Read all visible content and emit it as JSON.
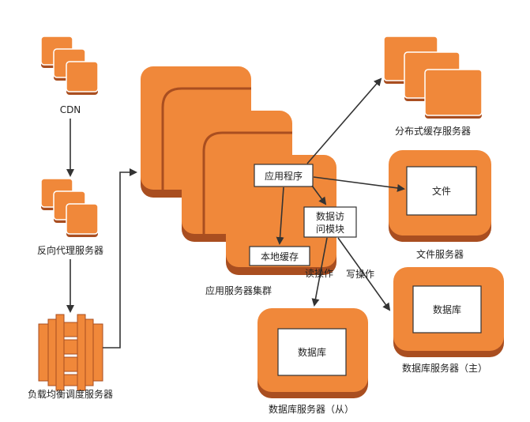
{
  "colors": {
    "orange": "#f0883a",
    "shadow": "#a94e20",
    "edge": "#ffffff",
    "arrow": "#333333",
    "box_fill": "#ffffff",
    "box_border": "#333333"
  },
  "nodes": {
    "cdn": {
      "label": "CDN",
      "icon": "server-stack-icon"
    },
    "reverse_proxy": {
      "label": "反向代理服务器",
      "icon": "server-stack-icon"
    },
    "load_balancer": {
      "label": "负载均衡调度服务器",
      "icon": "load-balancer-icon"
    },
    "app_cluster": {
      "label": "应用服务器集群",
      "icon": "app-server-stack-icon"
    },
    "distributed_cache": {
      "label": "分布式缓存服务器",
      "icon": "server-stack-icon"
    },
    "file_server": {
      "label": "文件服务器",
      "inner": "文件"
    },
    "db_master": {
      "label": "数据库服务器（主）",
      "inner": "数据库"
    },
    "db_slave": {
      "label": "数据库服务器（从）",
      "inner": "数据库"
    }
  },
  "modules": {
    "app_program": "应用程序",
    "data_access": [
      "数据访",
      "问模块"
    ],
    "local_cache": "本地缓存"
  },
  "edge_labels": {
    "read": "读操作",
    "write": "写操作"
  }
}
